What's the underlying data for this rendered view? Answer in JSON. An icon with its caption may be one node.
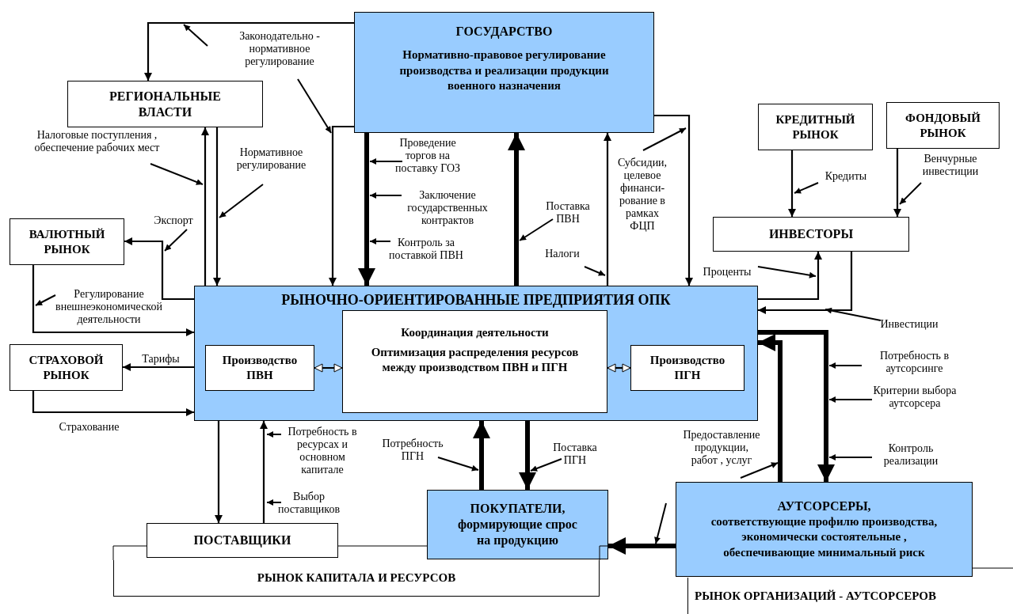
{
  "diagram": {
    "nodes": [
      {
        "text": [
          "ГОСУДАРСТВО",
          "Нормативно-правовое регулирование производства и реализации продукции военного назначения"
        ]
      },
      {
        "text": [
          "РЕГИОНАЛЬНЫЕ ВЛАСТИ"
        ]
      },
      {
        "text": [
          "КРЕДИТНЫЙ РЫНОК"
        ]
      },
      {
        "text": [
          "ФОНДОВЫЙ РЫНОК"
        ]
      },
      {
        "text": [
          "ИНВЕСТОРЫ"
        ]
      },
      {
        "text": [
          "ВАЛЮТНЫЙ РЫНОК"
        ]
      },
      {
        "text": [
          "РЫНОЧНО-ОРИЕНТИРОВАННЫЕ ПРЕДПРИЯТИЯ ОПК"
        ]
      },
      {
        "text": [
          "Производство ПВН"
        ],
        "in": 6
      },
      {
        "text": [
          "Координация деятельности",
          "Оптимизация распределения ресурсов между производством ПВН и ПГН"
        ],
        "in": 6
      },
      {
        "text": [
          "Производство ПГН"
        ],
        "in": 6
      },
      {
        "text": [
          "СТРАХОВОЙ РЫНОК"
        ]
      },
      {
        "text": [
          "РЫНОК КАПИТАЛА И РЕСУРСОВ"
        ]
      },
      {
        "text": [
          "ПОСТАВЩИКИ"
        ]
      },
      {
        "text": [
          "ПОКУПАТЕЛИ,",
          "формирующие спрос на продукцию"
        ]
      },
      {
        "text": [
          "АУТСОРСЕРЫ,",
          "соответствующие профилю производства, экономически состоятельные , обеспечивающие минимальный риск"
        ]
      },
      {
        "text": [
          "РЫНОК ОРГАНИЗАЦИЙ - АУТСОРСЕРОВ"
        ]
      }
    ],
    "edges": [
      {
        "from": 0,
        "to": 1,
        "arrow": "to",
        "label": "Законодательно - нормативное регулирование"
      },
      {
        "from": 0,
        "to": 6,
        "arrow": "to"
      },
      {
        "from": 6,
        "to": 1,
        "arrow": "to",
        "label": "Налоговые поступления , обеспечение рабочих мест"
      },
      {
        "from": 1,
        "to": 6,
        "arrow": "to",
        "label": "Нормативное регулирование"
      },
      {
        "from": 6,
        "to": 5,
        "arrow": "to",
        "label": "Экспорт"
      },
      {
        "from": 5,
        "to": 6,
        "arrow": "to",
        "label": "Регулирование внешнеэкономической деятельности"
      },
      {
        "from": 6,
        "to": 10,
        "arrow": "to",
        "label": "Тарифы"
      },
      {
        "from": 10,
        "to": 6,
        "arrow": "to",
        "label": "Страхование"
      },
      {
        "from": 0,
        "to": 6,
        "arrow": "to",
        "style": "thick",
        "label": "Проведение торгов на поставку ГОЗ"
      },
      {
        "from": 6,
        "to": 0,
        "arrow": "to",
        "style": "thick",
        "label": "Поставка ПВН"
      },
      {
        "from": 6,
        "to": 0,
        "arrow": "to",
        "label": "Налоги"
      },
      {
        "from": 0,
        "to": 6,
        "arrow": "to",
        "label": "Субсидии, целевое финанси- рование в рамках ФЦП"
      },
      {
        "from": 2,
        "to": 4,
        "arrow": "to",
        "label": "Кредиты"
      },
      {
        "from": 3,
        "to": 4,
        "arrow": "to",
        "label": "Венчурные инвестиции"
      },
      {
        "from": 6,
        "to": 4,
        "arrow": "to",
        "label": "Проценты"
      },
      {
        "from": 4,
        "to": 6,
        "arrow": "to",
        "label": "Инвестиции"
      },
      {
        "from": 6,
        "to": 14,
        "arrow": "to",
        "style": "thick",
        "label": "Потребность в аутсорсинге"
      },
      {
        "from": 14,
        "to": 6,
        "arrow": "to",
        "style": "thick",
        "label": "Предоставление продукции, работ , услуг"
      },
      {
        "from": 6,
        "to": 12,
        "arrow": "to"
      },
      {
        "from": 12,
        "to": 6,
        "arrow": "to",
        "label": "Потребность в ресурсах и основном капитале"
      },
      {
        "from": 13,
        "to": 6,
        "arrow": "to",
        "style": "thick",
        "label": "Потребность ПГН"
      },
      {
        "from": 6,
        "to": 13,
        "arrow": "to",
        "style": "thick",
        "label": "Поставка ПГН"
      },
      {
        "from": 14,
        "to": 13,
        "arrow": "to",
        "style": "thick"
      },
      {
        "from": 7,
        "to": 8,
        "arrow": "both"
      },
      {
        "from": 8,
        "to": 9,
        "arrow": "both"
      }
    ],
    "labels": [
      "Заключение государственных контрактов",
      "Контроль за поставкой ПВН",
      "Критерии выбора аутсорсера",
      "Контроль реализации",
      "Выбор поставщиков"
    ]
  }
}
